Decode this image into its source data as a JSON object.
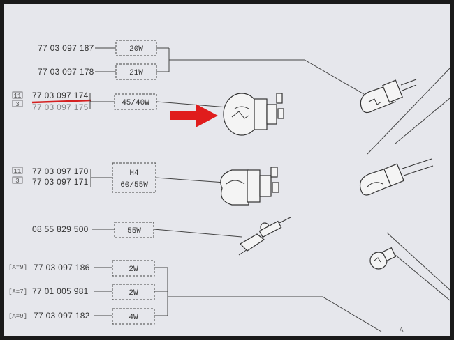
{
  "parts": [
    {
      "number": "77 03 097 187",
      "wattage": "20W"
    },
    {
      "number": "77 03 097 178",
      "wattage": "21W"
    },
    {
      "number": "77 03 097 174",
      "number2": "77 03 097 175",
      "tag1": "11",
      "tag2": "3",
      "wattage": "45/40W"
    },
    {
      "number": "77 03 097 170",
      "number2": "77 03 097 171",
      "tag1": "11",
      "tag2": "3",
      "wattage": "H4",
      "wattage2": "60/55W"
    },
    {
      "number": "08 55 829 500",
      "wattage": "55W"
    },
    {
      "number": "77 03 097 186",
      "tag": "[A=9]",
      "wattage": "2W"
    },
    {
      "number": "77 01 005 981",
      "tag": "[A=7]",
      "wattage": "2W"
    },
    {
      "number": "77 03 097 182",
      "tag": "[A=9]",
      "wattage": "4W"
    }
  ],
  "bottom_label": "A",
  "colors": {
    "highlight": "#d42020",
    "paper": "#e6e7ec",
    "ink": "#333333"
  }
}
